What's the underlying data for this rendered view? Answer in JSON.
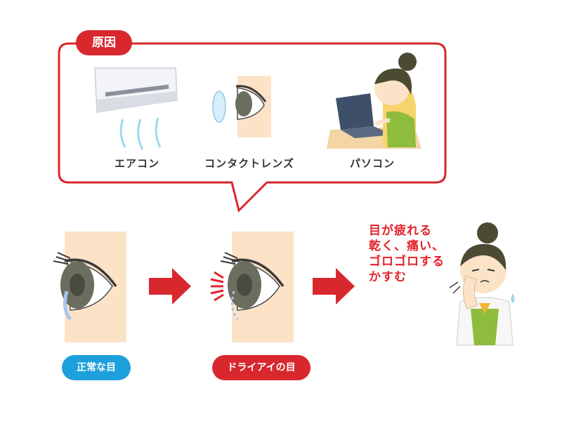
{
  "cause": {
    "badge": "原因",
    "items": [
      {
        "label": "エアコン",
        "icon": "air-conditioner-icon"
      },
      {
        "label": "コンタクトレンズ",
        "icon": "contact-lens-eye-icon"
      },
      {
        "label": "パソコン",
        "icon": "woman-using-laptop-icon"
      }
    ]
  },
  "eyes": {
    "normal_label": "正常な目",
    "dry_label": "ドライアイの目"
  },
  "symptoms": {
    "lines": [
      "目が疲れる",
      "乾く、痛い、",
      "ゴロゴロする",
      "かすむ"
    ]
  },
  "colors": {
    "accent_red": "#d9272e",
    "accent_blue": "#1ea0dc",
    "skin": "#fce3c8"
  }
}
